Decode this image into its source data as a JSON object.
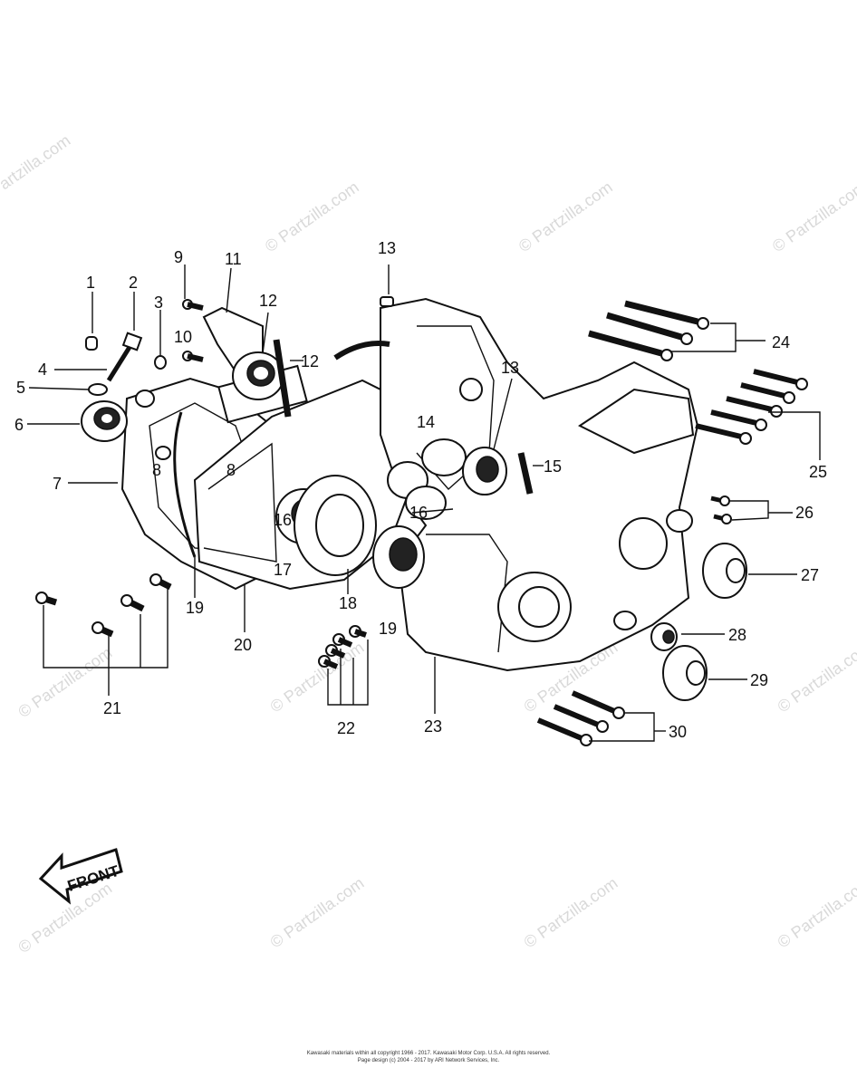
{
  "watermark": "© Partzilla.com",
  "front_label": "FRONT",
  "copyright": {
    "line1": "Kawasaki materials within all copyright 1966 - 2017. Kawasaki Motor Corp. U.S.A.  All rights reserved.",
    "line2": "Page design (c) 2004 - 2017 by ARI Network Services, Inc."
  },
  "callouts": [
    "1",
    "2",
    "3",
    "4",
    "5",
    "6",
    "7",
    "8",
    "8",
    "9",
    "10",
    "11",
    "12",
    "12",
    "13",
    "13",
    "14",
    "15",
    "16",
    "16",
    "17",
    "18",
    "19",
    "19",
    "20",
    "21",
    "22",
    "23",
    "24",
    "25",
    "26",
    "27",
    "28",
    "29",
    "30"
  ]
}
